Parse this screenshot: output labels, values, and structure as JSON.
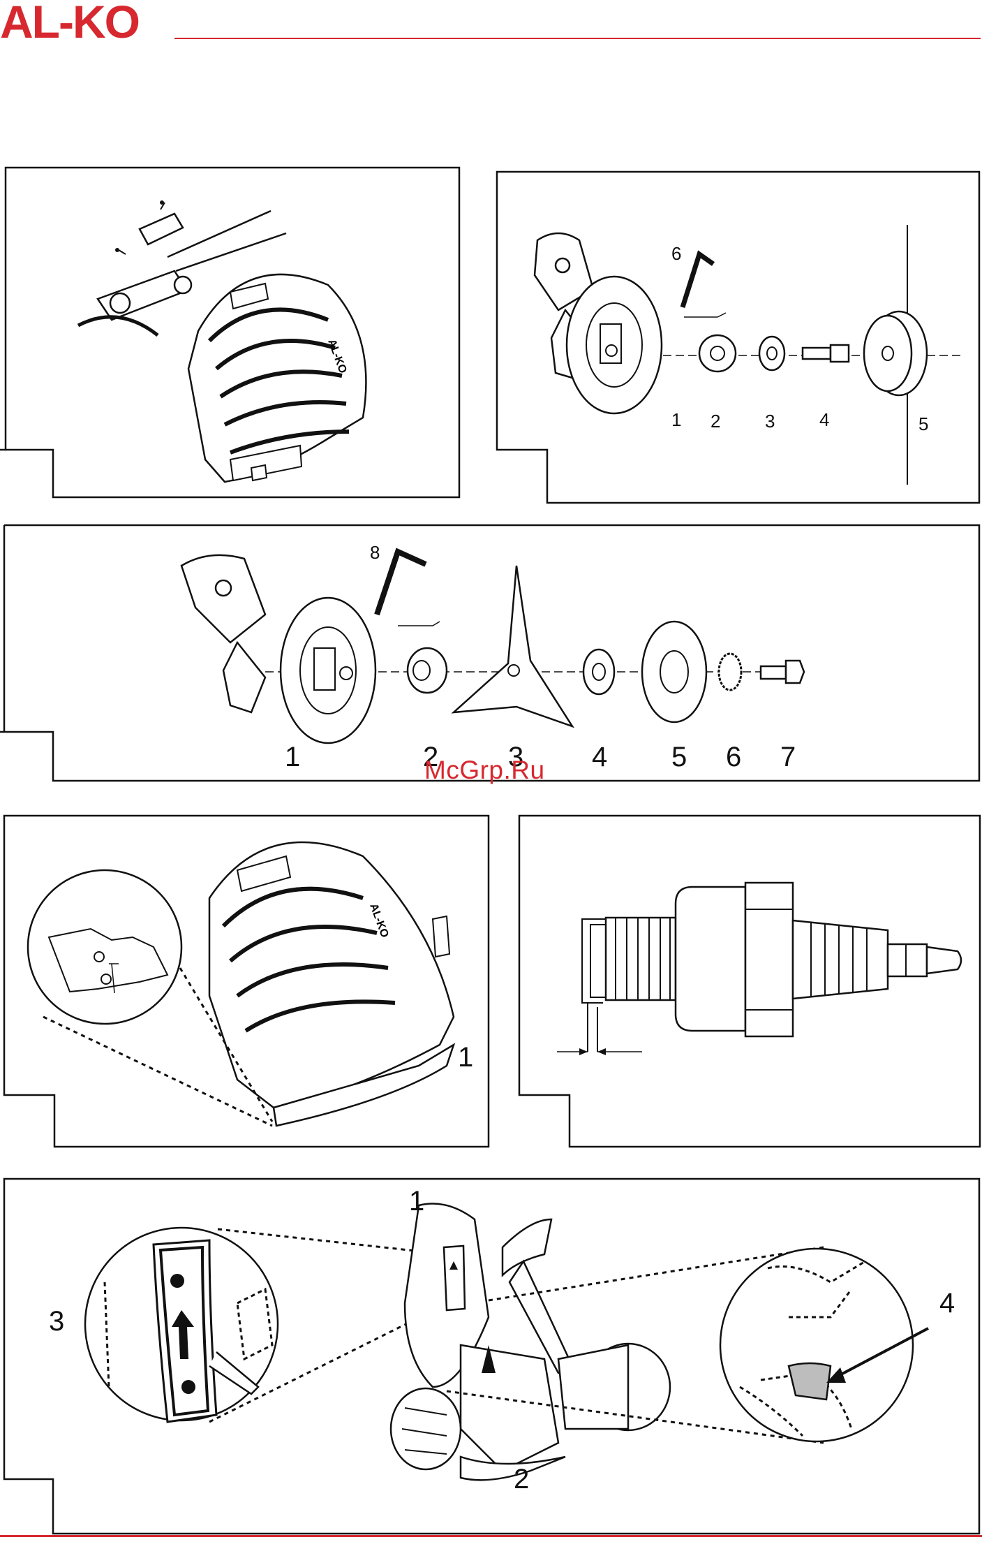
{
  "header": {
    "logo_text": "AL-KO",
    "brand_color": "#d7282f"
  },
  "watermark": {
    "text": "McGrp.Ru"
  },
  "figures": {
    "fig1": {
      "labels": []
    },
    "fig2": {
      "labels": [
        "1",
        "2",
        "3",
        "4",
        "5",
        "6"
      ]
    },
    "fig3": {
      "labels": [
        "1",
        "2",
        "3",
        "4",
        "5",
        "6",
        "7",
        "8"
      ]
    },
    "fig4": {
      "labels": [
        "1"
      ]
    },
    "fig5": {
      "labels": []
    },
    "fig6": {
      "labels": [
        "1",
        "2",
        "3",
        "4"
      ]
    }
  },
  "icons": [
    "guard-icon",
    "handle-icon",
    "bearing-icon",
    "blade-icon",
    "hex-key-icon",
    "nut-icon",
    "spark-plug-icon",
    "arrow-icon"
  ]
}
